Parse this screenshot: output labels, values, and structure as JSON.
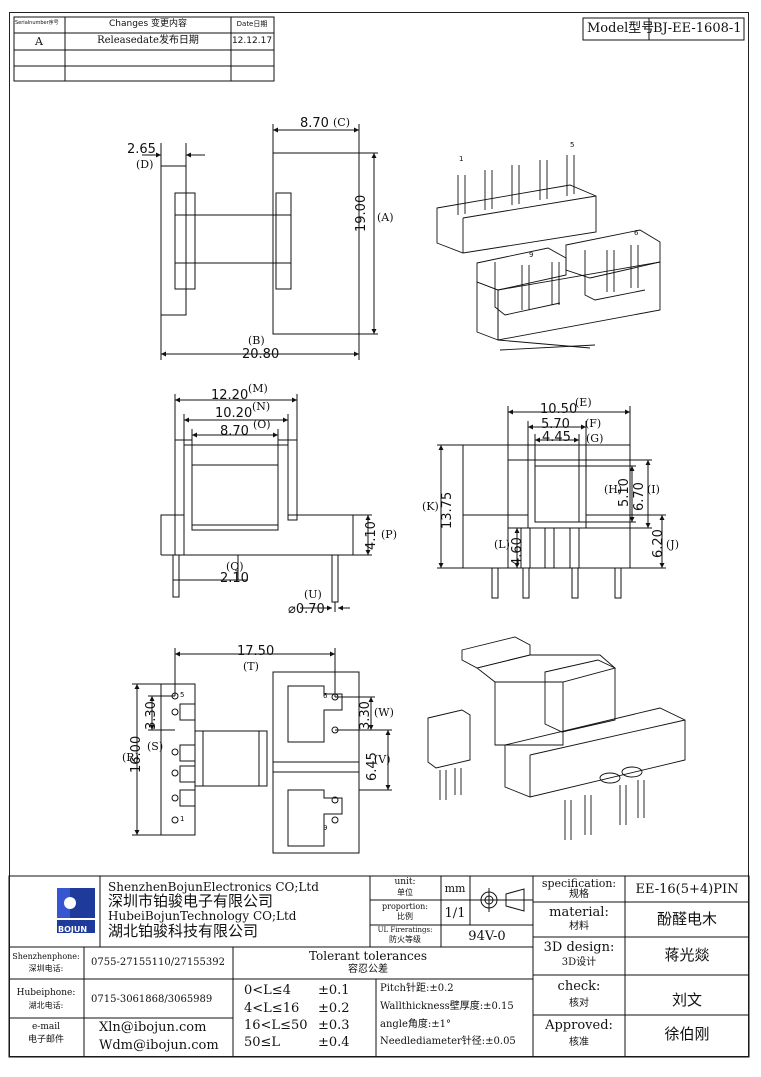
{
  "changes": {
    "headers": {
      "serial": "Serialnumber序号",
      "changes": "Changes 变更内容",
      "date": "Date日期"
    },
    "rows": [
      {
        "serial": "A",
        "change": "Releasedate发布日期",
        "date": "12.12.17"
      }
    ]
  },
  "model": {
    "label": "Model型号",
    "value": "BJ-EE-1608-1"
  },
  "top_view": {
    "d_val": "2.65",
    "d_tag": "(D)",
    "c_val": "8.70",
    "c_tag": "(C)",
    "a_val": "19.00",
    "a_tag": "(A)",
    "b_val": "20.80",
    "b_tag": "(B)"
  },
  "iso_top": {
    "pin1": "1",
    "pin5": "5",
    "pin6": "6",
    "pin9": "9"
  },
  "front_view": {
    "m_val": "12.20",
    "m_tag": "(M)",
    "n_val": "10.20",
    "n_tag": "(N)",
    "o_val": "8.70",
    "o_tag": "(O)",
    "p_val": "4.10",
    "p_tag": "(P)",
    "q_val": "2.10",
    "q_tag": "(Q)",
    "u_val": "⌀0.70",
    "u_tag": "(U)"
  },
  "side_view": {
    "e_val": "10.50",
    "e_tag": "(E)",
    "f_val": "5.70",
    "f_tag": "(F)",
    "g_val": "4.45",
    "g_tag": "(G)",
    "h_val": "5.10",
    "h_tag": "(H)",
    "i_val": "6.70",
    "i_tag": "(I)",
    "k_val": "13.75",
    "k_tag": "(K)",
    "l_val": "4.60",
    "l_tag": "(L)",
    "j_val": "6.20",
    "j_tag": "(J)"
  },
  "bottom_view": {
    "t_val": "17.50",
    "t_tag": "(T)",
    "s_val": "3.30",
    "s_tag": "(S)",
    "r_val": "16.00",
    "r_tag": "(R)",
    "w_val": "3.30",
    "w_tag": "(W)",
    "v_val": "6.45",
    "v_tag": "(V)",
    "pin5": "5",
    "pin1": "1",
    "pin6": "6",
    "pin9": "9"
  },
  "title_block": {
    "company_en1": "ShenzhenBojunElectronics CO;Ltd",
    "company_cn1": "深圳市铂骏电子有限公司",
    "company_en2": "HubeiBojunTechnology CO;Ltd",
    "company_cn2": "湖北铂骏科技有限公司",
    "logo_text": "BOJUN",
    "unit_en": "unit:",
    "unit_cn": "单位",
    "unit_val": "mm",
    "prop_en": "proportion:",
    "prop_cn": "比例",
    "prop_val": "1/1",
    "ul_en": "UL Fireratings:",
    "ul_cn": "防火等级",
    "ul_val": "94V-0",
    "spec_en": "specification:",
    "spec_cn": "规格",
    "spec_val": "EE-16(5+4)PIN",
    "mat_en": "material:",
    "mat_cn": "材料",
    "mat_val": "酚醛电木",
    "design_en": "3D design:",
    "design_cn": "3D设计",
    "design_val": "蒋光燚",
    "check_en": "check:",
    "check_cn": "核对",
    "check_val": "刘文",
    "appr_en": "Approved:",
    "appr_cn": "核准",
    "appr_val": "徐伯刚",
    "sz_phone_en": "Shenzhenphone:",
    "sz_phone_cn": "深圳电话:",
    "sz_phone_val": "0755-27155110/27155392",
    "hb_phone_en": "Hubeiphone:",
    "hb_phone_cn": "湖北电话:",
    "hb_phone_val": "0715-3061868/3065989",
    "email_en": "e-mail",
    "email_cn": "电子邮件",
    "email1": "Xln@ibojun.com",
    "email2": "Wdm@ibojun.com",
    "tol_en": "Tolerant tolerances",
    "tol_cn": "容忍公差",
    "tol_rows": [
      {
        "range": "0<L≤4",
        "val": "±0.1"
      },
      {
        "range": "4<L≤16",
        "val": "±0.2"
      },
      {
        "range": "16<L≤50",
        "val": "±0.3"
      },
      {
        "range": "50≤L",
        "val": "±0.4"
      }
    ],
    "pitch": "Pitch针距:±0.2",
    "wall": "Wallthickness壁厚度:±0.15",
    "angle": "angle角度:±1°",
    "needle": "Needlediameter针径:±0.05"
  }
}
